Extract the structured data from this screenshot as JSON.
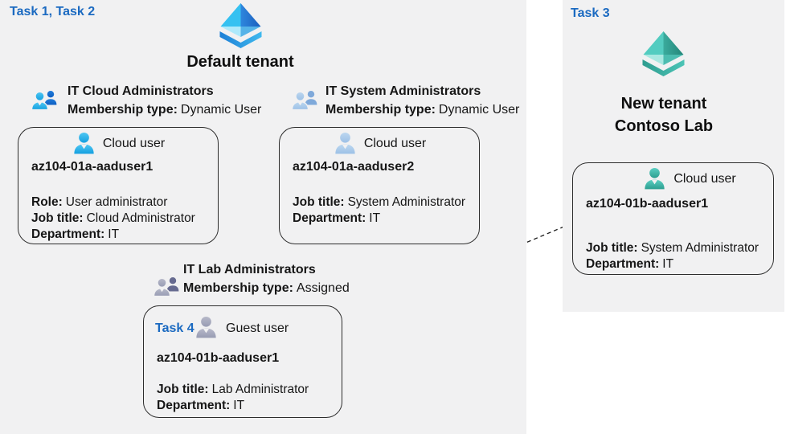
{
  "colors": {
    "task_blue": "#1B6AC1",
    "panel_gray": "#F1F1F2"
  },
  "labels": {
    "task_1_2": "Task 1, Task 2",
    "task_3": "Task 3"
  },
  "default_tenant": {
    "title": "Default tenant",
    "icon": "azure-ad-blue-icon"
  },
  "new_tenant": {
    "line1": "New tenant",
    "line2": "Contoso Lab",
    "icon": "azure-ad-teal-icon"
  },
  "groups": [
    {
      "name": "IT Cloud Administrators",
      "membership_label": "Membership type:",
      "membership_value": "Dynamic User",
      "icon": "group-people-blue-icon"
    },
    {
      "name": "IT System Administrators",
      "membership_label": "Membership type:",
      "membership_value": "Dynamic User",
      "icon": "group-people-pale-icon"
    },
    {
      "name": "IT Lab Administrators",
      "membership_label": "Membership type:",
      "membership_value": "Assigned",
      "icon": "group-people-gray-icon"
    }
  ],
  "cards": {
    "cloud_user_1": {
      "user_type": "Cloud user",
      "icon": "person-cyan-icon",
      "username": "az104-01a-aaduser1",
      "role_label": "Role:",
      "role_value": "User administrator",
      "job_label": "Job title:",
      "job_value": "Cloud Administrator",
      "dept_label": "Department:",
      "dept_value": "IT"
    },
    "cloud_user_2": {
      "user_type": "Cloud user",
      "icon": "person-pale-icon",
      "username": "az104-01a-aaduser2",
      "job_label": "Job title:",
      "job_value": "System Administrator",
      "dept_label": "Department:",
      "dept_value": "IT"
    },
    "guest_user": {
      "task_label": "Task 4",
      "user_type": "Guest user",
      "icon": "person-gray-icon",
      "username": "az104-01b-aaduser1",
      "job_label": "Job title:",
      "job_value": "Lab Administrator",
      "dept_label": "Department:",
      "dept_value": "IT"
    },
    "new_tenant_user": {
      "user_type": "Cloud user",
      "icon": "person-teal-icon",
      "username": "az104-01b-aaduser1",
      "job_label": "Job title:",
      "job_value": "System Administrator",
      "dept_label": "Department:",
      "dept_value": "IT"
    }
  }
}
